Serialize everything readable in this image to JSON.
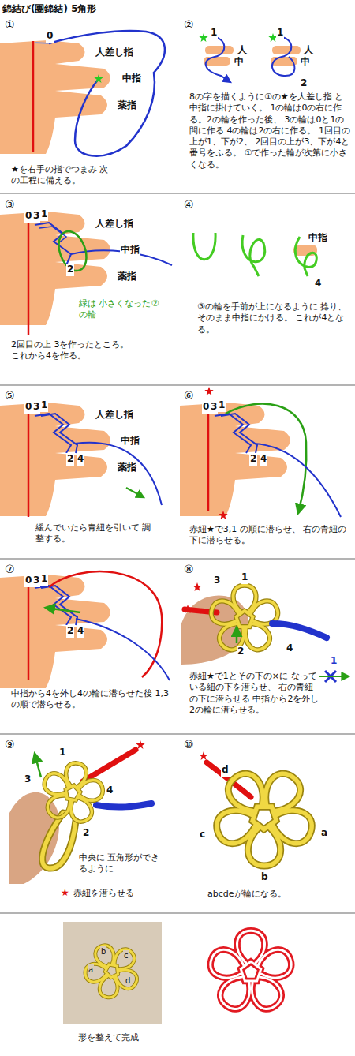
{
  "diagram": {
    "title": "錦結び(團錦結) 5角形",
    "labels": [
      "①",
      "0",
      "人差し指",
      "中指",
      "薬指",
      "★を右手の指でつまみ 次の工程に備える。",
      "②",
      "1",
      "人",
      "中",
      "1",
      "人",
      "中",
      "2",
      "8の字を描くように①の★を人差し指 と中指に掛けていく。 1の輪は0の右に作る。2の輪を作った後、 3の輪は0と1の間に作る 4の輪は2の右に作る。 1回目の上が1、下が2、 2回目の上が3、下が4と番号をふる。 ①で作った輪が次第に小さくなる。",
      "③",
      "0",
      "3",
      "1",
      "人差し指",
      "中指",
      "薬指",
      "2",
      "緑は 小さくなった②の輪",
      "2回目の上 3を作ったところ。 これから4を作る。",
      "④",
      "中指",
      "4",
      "③の輪を手前が上になるように 捻り、そのまま中指にかける。 これが4となる。",
      "⑤",
      "0",
      "3",
      "1",
      "人差し指",
      "中指",
      "薬指",
      "2",
      "4",
      "緩んでいたら青紐を引いて 調整する。",
      "⑥",
      "0",
      "3",
      "1",
      "2",
      "4",
      "赤紐★で3,1 の順に潜らせ、 右の青紐の下に潜らせる。",
      "⑦",
      "0",
      "3",
      "1",
      "2",
      "4",
      "中指から4を外し4の輪に潜らせた後 1,3 の順で潜らせる。",
      "⑧",
      "3",
      "1",
      "2",
      "4",
      "1",
      "赤紐★で1とその下の×に なっている紐の下を潜らせ、 右の青紐の下に潜らせる 中指から2を外し2の輪に潜らせる。",
      "⑨",
      "3",
      "1",
      "2",
      "4",
      "中央に 五角形ができるように",
      "★",
      "赤紐を潜らせる",
      "⑩",
      "d",
      "c",
      "b",
      "a",
      "abcdeが輪になる。",
      "b",
      "c",
      "a",
      "d",
      "形を整えて完成"
    ]
  }
}
